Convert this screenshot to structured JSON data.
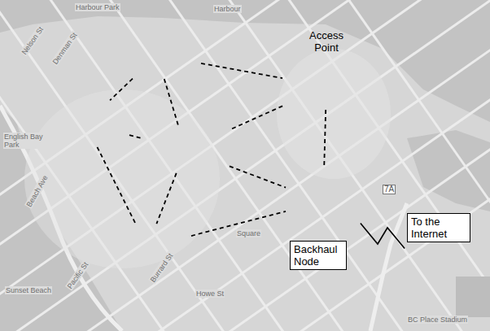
{
  "diagram": {
    "nodes": [
      {
        "text": []
      },
      {
        "text": [
          "Access Point"
        ]
      },
      {
        "text": []
      },
      {
        "text": []
      },
      {
        "text": []
      },
      {
        "text": [
          "Backhaul Node"
        ]
      },
      {
        "text": [
          "To the Internet"
        ]
      }
    ],
    "edges": [
      {
        "from": 0,
        "to": 1,
        "arrow": "none"
      },
      {
        "from": 0,
        "to": 2,
        "arrow": "none"
      },
      {
        "from": 0,
        "to": 3,
        "arrow": "none"
      },
      {
        "from": 1,
        "to": 3,
        "arrow": "none"
      },
      {
        "from": 1,
        "to": 5,
        "arrow": "none"
      },
      {
        "from": 2,
        "to": 3,
        "arrow": "none"
      },
      {
        "from": 2,
        "to": 4,
        "arrow": "none"
      },
      {
        "from": 3,
        "to": 4,
        "arrow": "none"
      },
      {
        "from": 3,
        "to": 5,
        "arrow": "none"
      },
      {
        "from": 4,
        "to": 5,
        "arrow": "none"
      },
      {
        "from": 5,
        "to": 6,
        "arrow": "none"
      }
    ],
    "labels": [
      "Harbour Park",
      "Harbour",
      "Nelson St",
      "Denman St",
      "English Bay Park",
      "Beach Ave",
      "Sunset Beach",
      "Pacific St",
      "Burrard St",
      "Howe St",
      "Square",
      "7A",
      "BC Place Stadium"
    ]
  }
}
